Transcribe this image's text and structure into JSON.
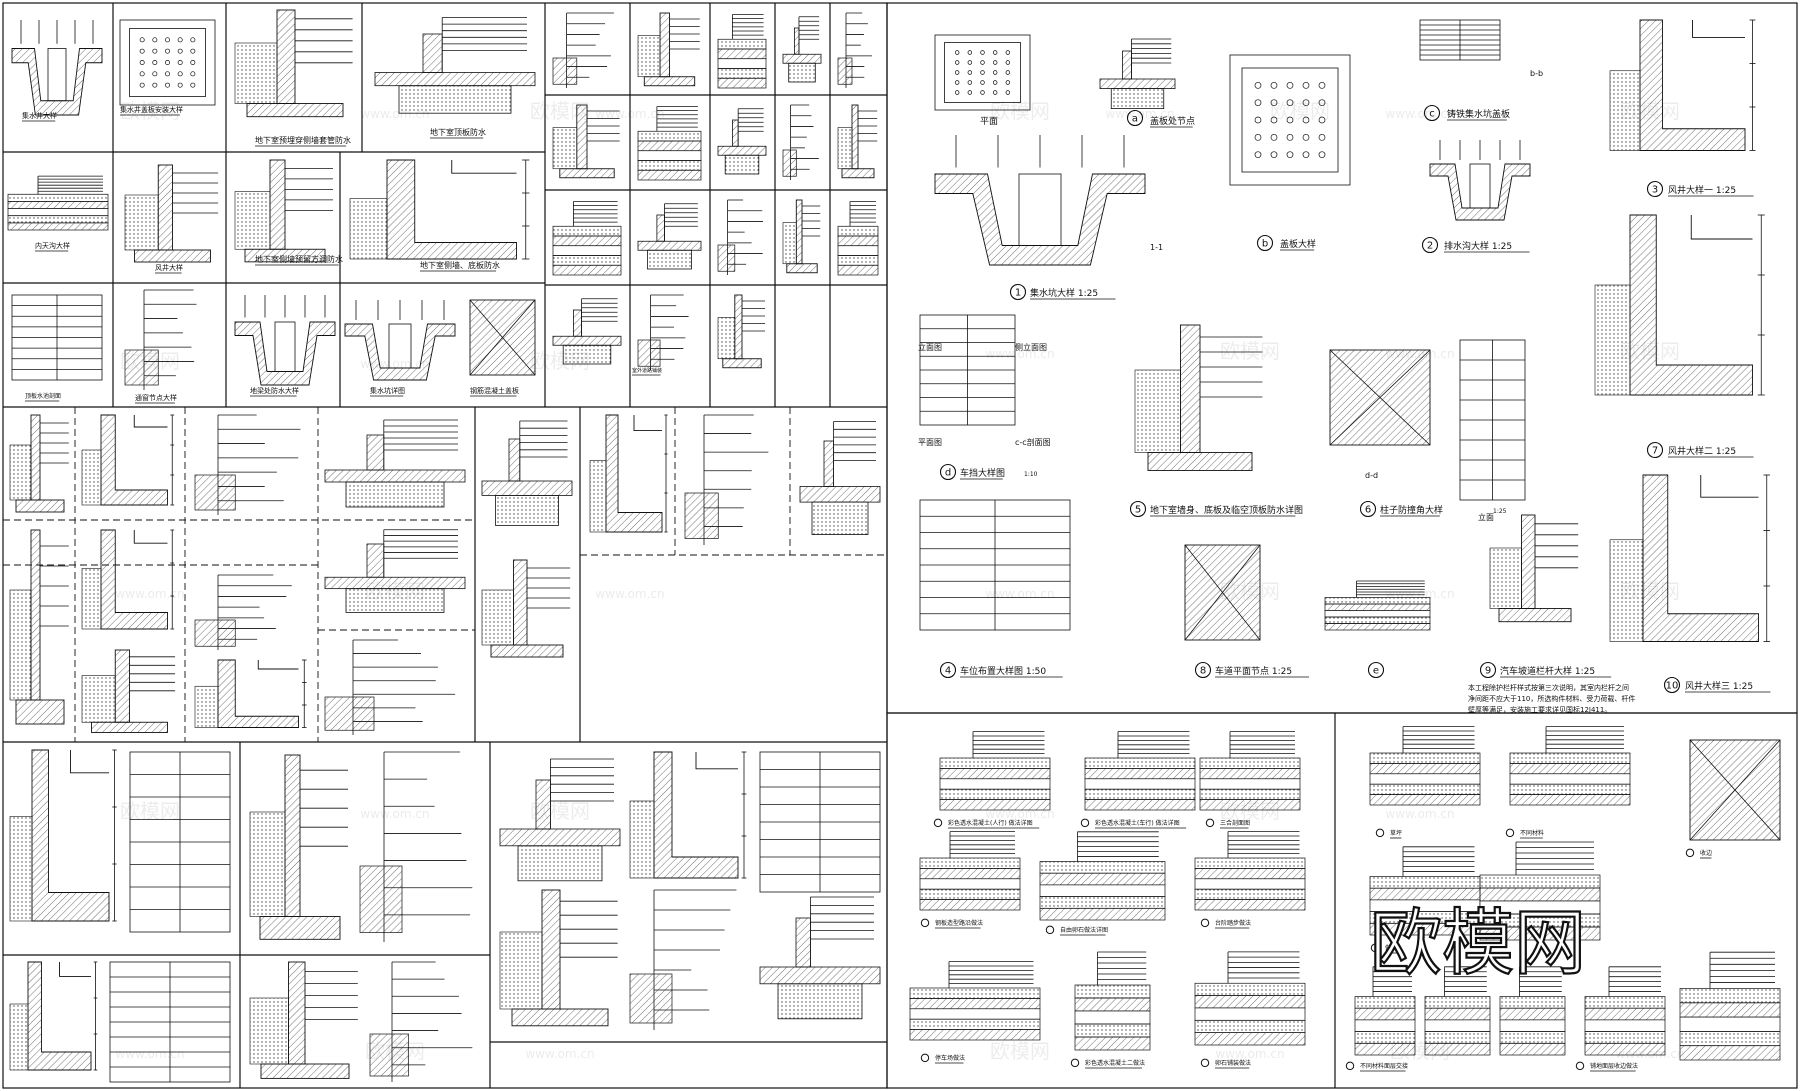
{
  "watermark": {
    "brand": "欧模网",
    "site": "www.om.cn",
    "big": "欧模网"
  },
  "left": {
    "r1": [
      "集水井大样",
      "集水井盖板安装大样",
      "地下室预埋穿侧墙套管防水",
      "地下室顶板防水"
    ],
    "r2": [
      "内天沟大样",
      "风井大样",
      "地下室侧墙预留方洞防水",
      "地下室侧墙、底板防水"
    ],
    "r3": [
      "顶板水池剖面",
      "通窗节点大样",
      "地梁处防水大样",
      "集水坑详图",
      "钢筋混凝土盖板"
    ],
    "r3b": [
      "室外道路铺装"
    ]
  },
  "right": {
    "a1": [
      "集水坑大样 1:25",
      "盖板处节点",
      "盖板大样",
      "铸铁集水坑盖板",
      "排水沟大样 1:25",
      "风井大样一 1:25"
    ],
    "a1lbl": [
      "平面",
      "1-1",
      "b-b",
      "a",
      "b",
      "c",
      "1",
      "2",
      "3"
    ],
    "a2": [
      "车挡大样图",
      "地下室墙身、底板及临空顶板防水详图",
      "柱子防撞角大样",
      "风井大样二 1:25",
      "立面图",
      "侧立面图",
      "平面图",
      "c-c剖面图",
      "d-d",
      "立面"
    ],
    "a2lbl": [
      "d",
      "5",
      "6",
      "7",
      "1:10",
      "1:25"
    ],
    "a3": [
      "车位布置大样图 1:50",
      "车道平面节点 1:25",
      "汽车坡道栏杆大样 1:25",
      "风井大样三 1:25"
    ],
    "a3lbl": [
      "4",
      "8",
      "e",
      "9",
      "10"
    ],
    "note": [
      "本工程除护栏杆样式按第三次说明，其室内栏杆之间",
      "净间距不应大于110，所选构件材料、受力荷载、杆件",
      "壁厚等满足，安装施工要求详见国标12J411。"
    ],
    "b1": [
      "彩色透水混凝土(人行) 做法详图",
      "彩色透水混凝土(车行) 做法详图",
      "三合剖面图",
      "钢板造型路沿做法",
      "自由卵石做法详图",
      "台阶踏步做法",
      "停车场做法",
      "彩色透水混凝土二做法",
      "卵石铺装做法",
      "草坪",
      "不同材料",
      "收边",
      "做法",
      "不同材料面层交接",
      "铺地面层收边做法"
    ]
  }
}
